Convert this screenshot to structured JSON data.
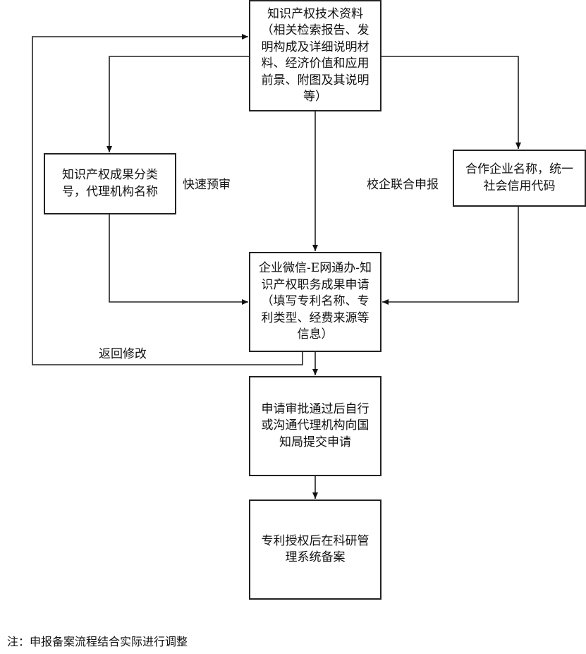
{
  "nodes": {
    "tech_materials": "知识产权技术资料（相关检索报告、发明构成及详细说明材料、经济价值和应用前景、附图及其说明等）",
    "classification": "知识产权成果分类号，代理机构名称",
    "enterprise": "合作企业名称，统一社会信用代码",
    "application": "企业微信-E网通办-知识产权职务成果申请（填写专利名称、专利类型、经费来源等信息）",
    "submit": "申请审批通过后自行或沟通代理机构向国知局提交申请",
    "record": "专利授权后在科研管理系统备案"
  },
  "edge_labels": {
    "fast_review": "快速预审",
    "joint_report": "校企联合申报",
    "return_modify": "返回修改"
  },
  "note": "注：申报备案流程结合实际进行调整"
}
